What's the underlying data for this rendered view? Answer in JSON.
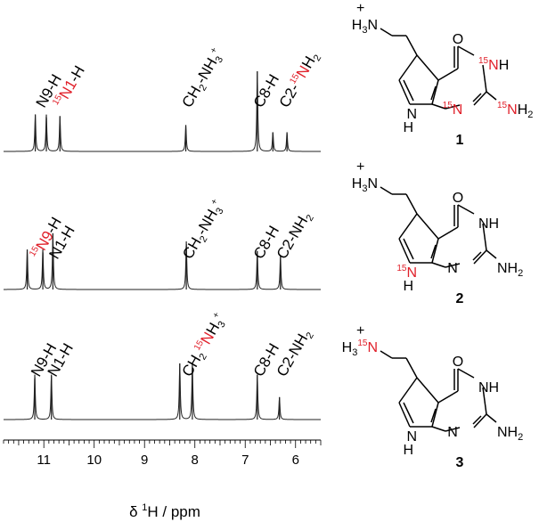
{
  "chart_data": {
    "type": "line",
    "xlabel_parts": [
      "δ ",
      "1",
      "H / ppm"
    ],
    "x_reversed": true,
    "xlim": [
      11.8,
      5.5
    ],
    "x_ticks": [
      "11",
      "10",
      "9",
      "8",
      "7",
      "6"
    ],
    "panels": [
      {
        "id": "1",
        "peaks": [
          {
            "x": 11.17,
            "h": 0.46
          },
          {
            "x": 10.95,
            "h": 0.46
          },
          {
            "x": 10.68,
            "h": 0.44
          },
          {
            "x": 8.18,
            "h": 0.33
          },
          {
            "x": 6.76,
            "h": 1.0
          },
          {
            "x": 6.45,
            "h": 0.24
          },
          {
            "x": 6.17,
            "h": 0.24
          }
        ],
        "labels": [
          {
            "x": 11.08,
            "parts": [
              [
                "N9-H",
                "t",
                "k"
              ]
            ]
          },
          {
            "x": 10.72,
            "parts": [
              [
                "15",
                "sup",
                "r"
              ],
              [
                "N1",
                "t",
                "r"
              ],
              [
                "-H",
                "t",
                "k"
              ]
            ]
          },
          {
            "x": 8.18,
            "parts": [
              [
                "CH",
                "t",
                "k"
              ],
              [
                "2",
                "sub",
                "k"
              ],
              [
                "-NH",
                "t",
                "k"
              ],
              [
                "3",
                "sub",
                "k"
              ],
              [
                "+",
                "sup",
                "k"
              ]
            ]
          },
          {
            "x": 6.76,
            "parts": [
              [
                "C8-H",
                "t",
                "k"
              ]
            ]
          },
          {
            "x": 6.25,
            "parts": [
              [
                "C2-",
                "t",
                "k"
              ],
              [
                "15",
                "sup",
                "r"
              ],
              [
                "N",
                "t",
                "r"
              ],
              [
                "H",
                "t",
                "k"
              ],
              [
                "2",
                "sub",
                "k"
              ]
            ]
          }
        ]
      },
      {
        "id": "2",
        "peaks": [
          {
            "x": 11.33,
            "h": 0.5
          },
          {
            "x": 11.02,
            "h": 0.5
          },
          {
            "x": 10.82,
            "h": 0.7
          },
          {
            "x": 8.17,
            "h": 0.6
          },
          {
            "x": 6.76,
            "h": 0.48
          },
          {
            "x": 6.3,
            "h": 0.42
          }
        ],
        "labels": [
          {
            "x": 11.18,
            "parts": [
              [
                "15",
                "sup",
                "r"
              ],
              [
                "N9",
                "t",
                "r"
              ],
              [
                "-H",
                "t",
                "k"
              ]
            ]
          },
          {
            "x": 10.82,
            "parts": [
              [
                "N1-H",
                "t",
                "k"
              ]
            ]
          },
          {
            "x": 8.17,
            "parts": [
              [
                "CH",
                "t",
                "k"
              ],
              [
                "2",
                "sub",
                "k"
              ],
              [
                "-NH",
                "t",
                "k"
              ],
              [
                "3",
                "sub",
                "k"
              ],
              [
                "+",
                "sup",
                "k"
              ]
            ]
          },
          {
            "x": 6.76,
            "parts": [
              [
                "C8-H",
                "t",
                "k"
              ]
            ]
          },
          {
            "x": 6.3,
            "parts": [
              [
                "C2-NH",
                "t",
                "k"
              ],
              [
                "2",
                "sub",
                "k"
              ]
            ]
          }
        ]
      },
      {
        "id": "3",
        "peaks": [
          {
            "x": 11.18,
            "h": 0.56
          },
          {
            "x": 10.85,
            "h": 0.56
          },
          {
            "x": 8.3,
            "h": 0.7
          },
          {
            "x": 8.05,
            "h": 0.7
          },
          {
            "x": 6.76,
            "h": 0.56
          },
          {
            "x": 6.32,
            "h": 0.28
          }
        ],
        "labels": [
          {
            "x": 11.18,
            "parts": [
              [
                "N9-H",
                "t",
                "k"
              ]
            ]
          },
          {
            "x": 10.85,
            "parts": [
              [
                "N1-H",
                "t",
                "k"
              ]
            ]
          },
          {
            "x": 8.18,
            "parts": [
              [
                "CH",
                "t",
                "k"
              ],
              [
                "2",
                "sub",
                "k"
              ],
              [
                "15",
                "sup",
                "r"
              ],
              [
                "N",
                "t",
                "r"
              ],
              [
                "H",
                "t",
                "k"
              ],
              [
                "3",
                "sub",
                "k"
              ],
              [
                "+",
                "sup",
                "k"
              ]
            ]
          },
          {
            "x": 6.76,
            "parts": [
              [
                "C8-H",
                "t",
                "k"
              ]
            ]
          },
          {
            "x": 6.3,
            "parts": [
              [
                "C2-NH",
                "t",
                "k"
              ],
              [
                "2",
                "sub",
                "k"
              ]
            ]
          }
        ]
      }
    ]
  },
  "structures": [
    {
      "compound_number": "1",
      "top_amine": [
        [
          "H",
          "k",
          "t"
        ],
        [
          "3",
          "k",
          "sub"
        ],
        [
          "N",
          "k",
          "t"
        ]
      ],
      "plus": "+",
      "carbonyl_o": "O",
      "n3": [
        [
          "15",
          "r",
          "sup"
        ],
        [
          "N",
          "r",
          "t"
        ],
        [
          "H",
          "k",
          "t"
        ]
      ],
      "n1": [
        [
          "15",
          "r",
          "sup"
        ],
        [
          "N",
          "r",
          "t"
        ]
      ],
      "c2_amine": [
        [
          "15",
          "r",
          "sup"
        ],
        [
          "N",
          "r",
          "t"
        ],
        [
          "H",
          "k",
          "t"
        ],
        [
          "2",
          "k",
          "sub"
        ]
      ],
      "n9_n": [
        [
          "N",
          "k",
          "t"
        ]
      ],
      "n9_h": "H"
    },
    {
      "compound_number": "2",
      "top_amine": [
        [
          "H",
          "k",
          "t"
        ],
        [
          "3",
          "k",
          "sub"
        ],
        [
          "N",
          "k",
          "t"
        ]
      ],
      "plus": "+",
      "carbonyl_o": "O",
      "n3": [
        [
          "NH",
          "k",
          "t"
        ]
      ],
      "n1": [
        [
          "N",
          "k",
          "t"
        ]
      ],
      "c2_amine": [
        [
          "NH",
          "k",
          "t"
        ],
        [
          "2",
          "k",
          "sub"
        ]
      ],
      "n9_n": [
        [
          "15",
          "r",
          "sup"
        ],
        [
          "N",
          "r",
          "t"
        ]
      ],
      "n9_h": "H"
    },
    {
      "compound_number": "3",
      "top_amine": [
        [
          "H",
          "k",
          "t"
        ],
        [
          "3",
          "k",
          "sub"
        ],
        [
          "15",
          "r",
          "sup"
        ],
        [
          "N",
          "r",
          "t"
        ]
      ],
      "plus": "+",
      "carbonyl_o": "O",
      "n3": [
        [
          "NH",
          "k",
          "t"
        ]
      ],
      "n1": [
        [
          "N",
          "k",
          "t"
        ]
      ],
      "c2_amine": [
        [
          "NH",
          "k",
          "t"
        ],
        [
          "2",
          "k",
          "sub"
        ]
      ],
      "n9_n": [
        [
          "N",
          "k",
          "t"
        ]
      ],
      "n9_h": "H"
    }
  ]
}
